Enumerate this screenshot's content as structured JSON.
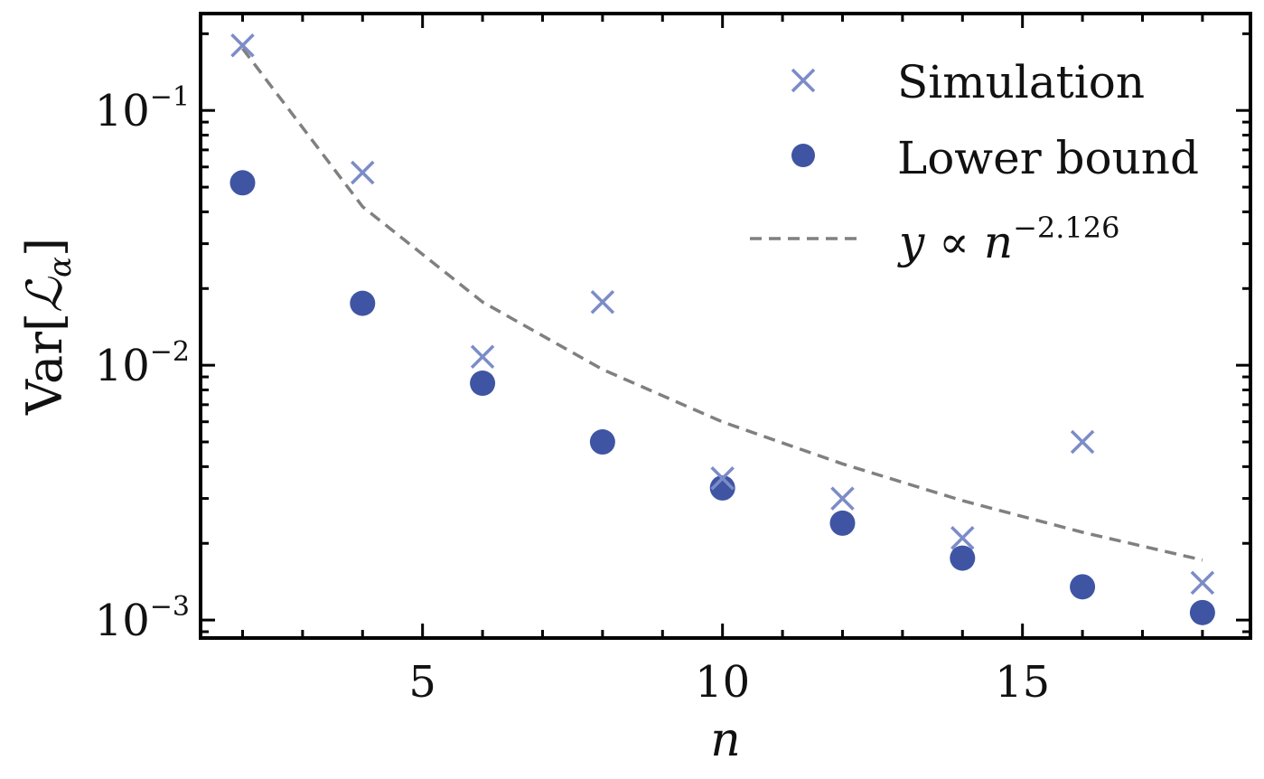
{
  "chart_data": {
    "type": "scatter",
    "xlabel": "n",
    "ylabel": "Var[ℒ_α]",
    "ylabel_main": "Var[",
    "ylabel_symbol": "ℒ",
    "ylabel_sub": "α",
    "ylabel_close": "]",
    "xlim": [
      1.3,
      18.8
    ],
    "ylim": [
      0.00085,
      0.24
    ],
    "yscale": "log",
    "grid": false,
    "legend_position": "top-right",
    "x_ticks": [
      5,
      10,
      15
    ],
    "x_tick_labels": [
      "5",
      "10",
      "15"
    ],
    "y_ticks": [
      {
        "value": 0.1,
        "base": "10",
        "exp": "−1"
      },
      {
        "value": 0.01,
        "base": "10",
        "exp": "−2"
      },
      {
        "value": 0.001,
        "base": "10",
        "exp": "−3"
      }
    ],
    "series": [
      {
        "name": "Simulation",
        "marker": "x",
        "color": "#7b8cc8",
        "x": [
          2,
          4,
          6,
          8,
          10,
          12,
          14,
          16,
          18
        ],
        "y": [
          0.18,
          0.057,
          0.0108,
          0.0177,
          0.0036,
          0.003,
          0.0021,
          0.005,
          0.0014
        ]
      },
      {
        "name": "Lower bound",
        "marker": "circle",
        "color": "#3f55a3",
        "x": [
          2,
          4,
          6,
          8,
          10,
          12,
          14,
          16,
          18
        ],
        "y": [
          0.052,
          0.0175,
          0.0085,
          0.005,
          0.0033,
          0.0024,
          0.00175,
          0.00135,
          0.00107
        ]
      },
      {
        "name": "y ∝ n^−2.126",
        "name_main": "y ∝ n",
        "name_exp": "−2.126",
        "marker": "dashed-line",
        "color": "#808080",
        "x": [
          2,
          4,
          6,
          8,
          10,
          12,
          14,
          16,
          18
        ],
        "y": [
          0.175,
          0.0419,
          0.0177,
          0.00963,
          0.00599,
          0.0041,
          0.00294,
          0.00221,
          0.00172
        ]
      }
    ]
  }
}
